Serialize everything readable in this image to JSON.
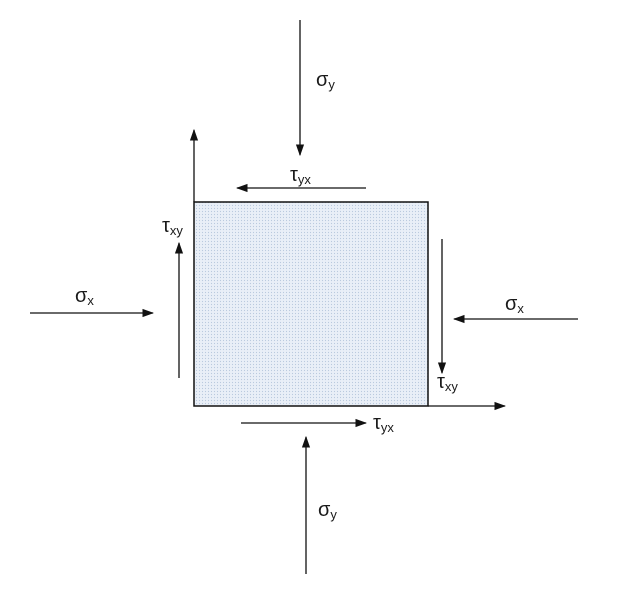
{
  "labels": {
    "sigma_y_top": {
      "sym": "σ",
      "sub": "y"
    },
    "tau_yx_top": {
      "sym": "τ",
      "sub": "yx"
    },
    "tau_xy_left": {
      "sym": "τ",
      "sub": "xy"
    },
    "sigma_x_left": {
      "sym": "σ",
      "sub": "x"
    },
    "sigma_x_right": {
      "sym": "σ",
      "sub": "x"
    },
    "tau_xy_right": {
      "sym": "τ",
      "sub": "xy"
    },
    "tau_yx_bottom": {
      "sym": "τ",
      "sub": "yx"
    },
    "sigma_y_bottom": {
      "sym": "σ",
      "sub": "y"
    }
  },
  "colors": {
    "element_fill": "#e8eef6",
    "stroke": "#111111"
  }
}
